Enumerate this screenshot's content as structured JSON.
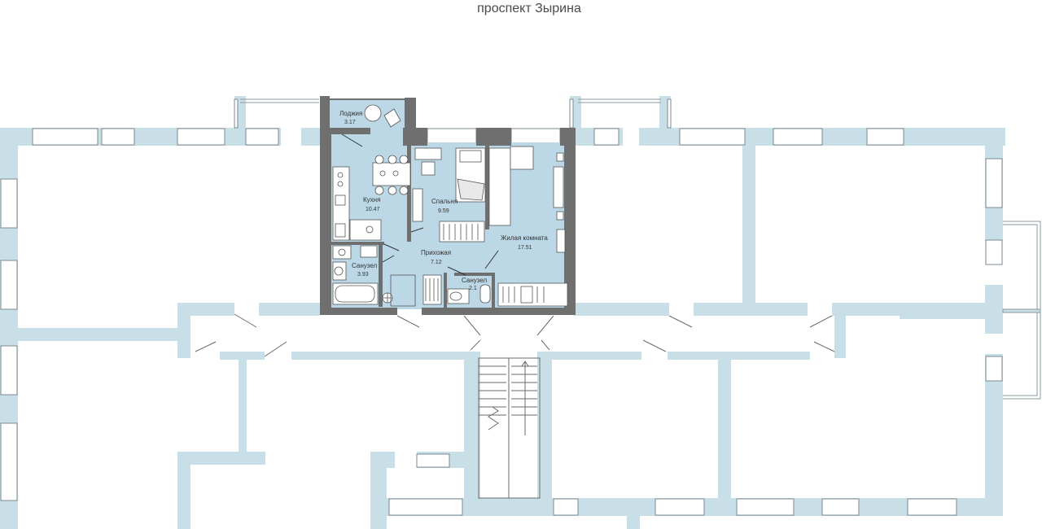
{
  "street_name": "проспект Зырина",
  "rooms": {
    "loggia": {
      "name": "Лоджия",
      "area": "3.17"
    },
    "kitchen": {
      "name": "Кухня",
      "area": "10.47"
    },
    "bedroom": {
      "name": "Спальня",
      "area": "9.59"
    },
    "living": {
      "name": "Жилая комната",
      "area": "17.51"
    },
    "hallway": {
      "name": "Прихожая",
      "area": "7.12"
    },
    "bath1": {
      "name": "Санузел",
      "area": "3.93"
    },
    "bath2": {
      "name": "Санузел",
      "area": "2.1"
    }
  },
  "colors": {
    "wall_light": "#c9dfe8",
    "apartment_fill": "#bcd8e6",
    "apartment_wall": "#6f6f6f",
    "window_line": "#7a8a90"
  }
}
